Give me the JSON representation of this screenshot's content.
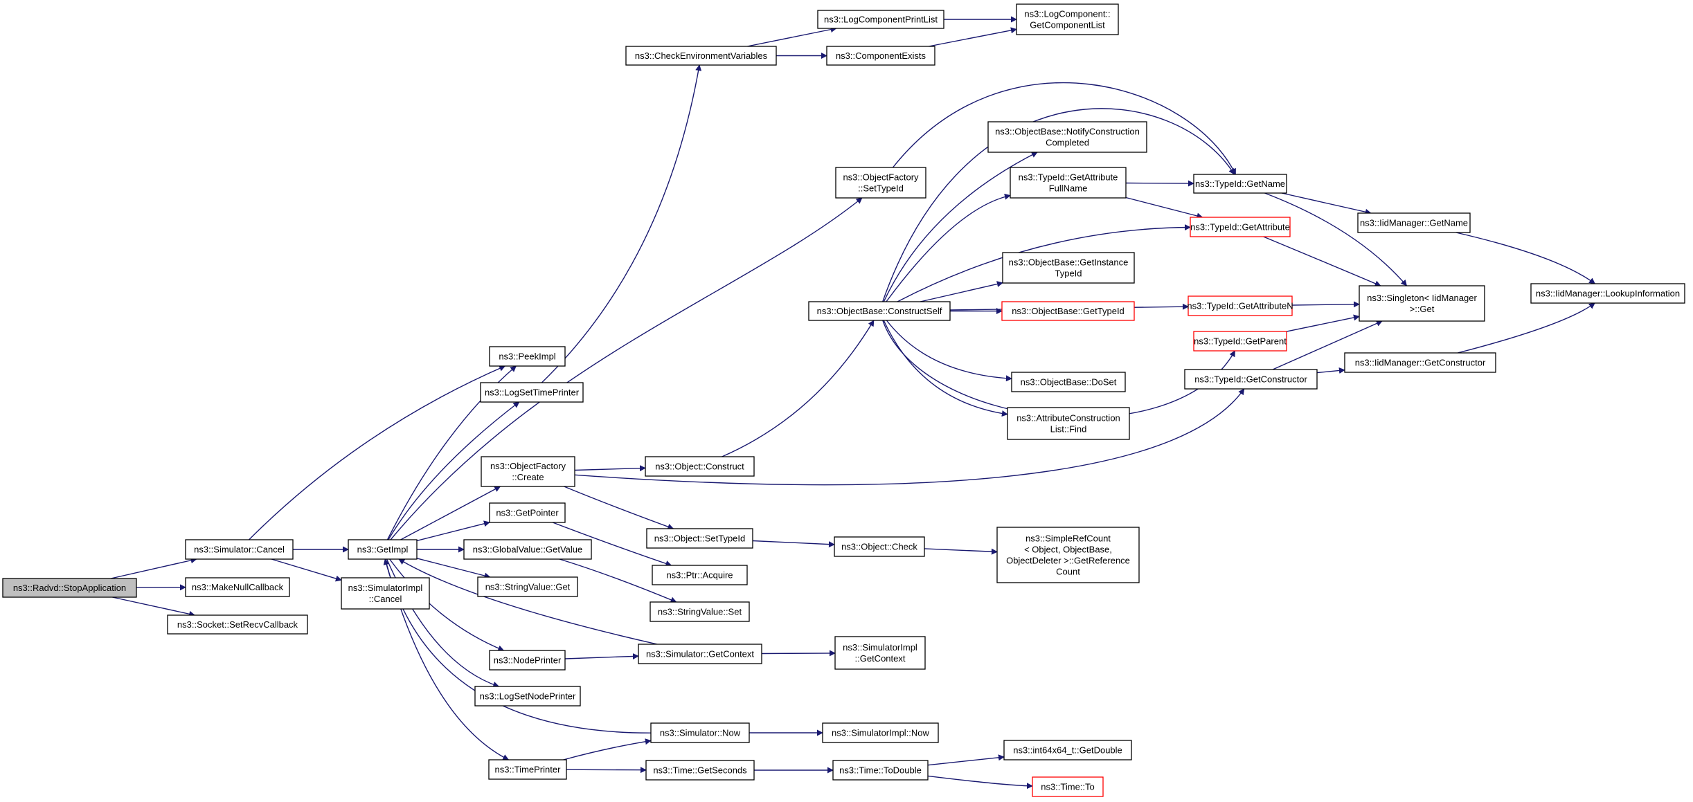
{
  "colors": {
    "edge": "#191970",
    "node_border": "#000000",
    "node_border_truncated": "#ff0000",
    "root_fill": "#bfbfbf",
    "node_fill": "#ffffff"
  },
  "nodes": [
    {
      "id": "stopapp",
      "lines": [
        "ns3::Radvd::StopApplication"
      ],
      "style": "root"
    },
    {
      "id": "simcancel",
      "lines": [
        "ns3::Simulator::Cancel"
      ],
      "style": "normal"
    },
    {
      "id": "makenull",
      "lines": [
        "ns3::MakeNullCallback"
      ],
      "style": "normal"
    },
    {
      "id": "setrecv",
      "lines": [
        "ns3::Socket::SetRecvCallback"
      ],
      "style": "normal"
    },
    {
      "id": "getimpl",
      "lines": [
        "ns3::GetImpl"
      ],
      "style": "normal"
    },
    {
      "id": "simimplcancel",
      "lines": [
        "ns3::SimulatorImpl",
        "::Cancel"
      ],
      "style": "normal"
    },
    {
      "id": "peekimpl",
      "lines": [
        "ns3::PeekImpl"
      ],
      "style": "normal"
    },
    {
      "id": "logsettime",
      "lines": [
        "ns3::LogSetTimePrinter"
      ],
      "style": "normal"
    },
    {
      "id": "objfactcreate",
      "lines": [
        "ns3::ObjectFactory",
        "::Create"
      ],
      "style": "normal"
    },
    {
      "id": "getpointer",
      "lines": [
        "ns3::GetPointer"
      ],
      "style": "normal"
    },
    {
      "id": "gvgetvalue",
      "lines": [
        "ns3::GlobalValue::GetValue"
      ],
      "style": "normal"
    },
    {
      "id": "svget",
      "lines": [
        "ns3::StringValue::Get"
      ],
      "style": "normal"
    },
    {
      "id": "nodeprinter",
      "lines": [
        "ns3::NodePrinter"
      ],
      "style": "normal"
    },
    {
      "id": "logsetnode",
      "lines": [
        "ns3::LogSetNodePrinter"
      ],
      "style": "normal"
    },
    {
      "id": "timeprinter",
      "lines": [
        "ns3::TimePrinter"
      ],
      "style": "normal"
    },
    {
      "id": "checkenv",
      "lines": [
        "ns3::CheckEnvironmentVariables"
      ],
      "style": "normal"
    },
    {
      "id": "logcompprint",
      "lines": [
        "ns3::LogComponentPrintList"
      ],
      "style": "normal"
    },
    {
      "id": "compexists",
      "lines": [
        "ns3::ComponentExists"
      ],
      "style": "normal"
    },
    {
      "id": "logcompget",
      "lines": [
        "ns3::LogComponent::",
        "GetComponentList"
      ],
      "style": "normal"
    },
    {
      "id": "objfactsettype",
      "lines": [
        "ns3::ObjectFactory",
        "::SetTypeId"
      ],
      "style": "normal"
    },
    {
      "id": "objconstruct",
      "lines": [
        "ns3::Object::Construct"
      ],
      "style": "normal"
    },
    {
      "id": "objsettype",
      "lines": [
        "ns3::Object::SetTypeId"
      ],
      "style": "normal"
    },
    {
      "id": "ptracquire",
      "lines": [
        "ns3::Ptr::Acquire"
      ],
      "style": "normal"
    },
    {
      "id": "svset",
      "lines": [
        "ns3::StringValue::Set"
      ],
      "style": "normal"
    },
    {
      "id": "simgetctx",
      "lines": [
        "ns3::Simulator::GetContext"
      ],
      "style": "normal"
    },
    {
      "id": "simnow",
      "lines": [
        "ns3::Simulator::Now"
      ],
      "style": "normal"
    },
    {
      "id": "timegetsec",
      "lines": [
        "ns3::Time::GetSeconds"
      ],
      "style": "normal"
    },
    {
      "id": "constructself",
      "lines": [
        "ns3::ObjectBase::ConstructSelf"
      ],
      "style": "normal"
    },
    {
      "id": "objcheck",
      "lines": [
        "ns3::Object::Check"
      ],
      "style": "normal"
    },
    {
      "id": "simimplgetctx",
      "lines": [
        "ns3::SimulatorImpl",
        "::GetContext"
      ],
      "style": "normal"
    },
    {
      "id": "simimplnow",
      "lines": [
        "ns3::SimulatorImpl::Now"
      ],
      "style": "normal"
    },
    {
      "id": "timetodouble",
      "lines": [
        "ns3::Time::ToDouble"
      ],
      "style": "normal"
    },
    {
      "id": "notifyconst",
      "lines": [
        "ns3::ObjectBase::NotifyConstruction",
        "Completed"
      ],
      "style": "normal"
    },
    {
      "id": "getattrfull",
      "lines": [
        "ns3::TypeId::GetAttribute",
        "FullName"
      ],
      "style": "normal"
    },
    {
      "id": "getinsttype",
      "lines": [
        "ns3::ObjectBase::GetInstance",
        "TypeId"
      ],
      "style": "normal"
    },
    {
      "id": "obgettypeid",
      "lines": [
        "ns3::ObjectBase::GetTypeId"
      ],
      "style": "truncated"
    },
    {
      "id": "obdoset",
      "lines": [
        "ns3::ObjectBase::DoSet"
      ],
      "style": "normal"
    },
    {
      "id": "attrconstfind",
      "lines": [
        "ns3::AttributeConstruction",
        "List::Find"
      ],
      "style": "normal"
    },
    {
      "id": "simplerefcount",
      "lines": [
        "ns3::SimpleRefCount",
        "< Object, ObjectBase,",
        "ObjectDeleter >::GetReference",
        "Count"
      ],
      "style": "normal"
    },
    {
      "id": "int64getdouble",
      "lines": [
        "ns3::int64x64_t::GetDouble"
      ],
      "style": "normal"
    },
    {
      "id": "timeto",
      "lines": [
        "ns3::Time::To"
      ],
      "style": "truncated"
    },
    {
      "id": "tgetname",
      "lines": [
        "ns3::TypeId::GetName"
      ],
      "style": "normal"
    },
    {
      "id": "tgetattr",
      "lines": [
        "ns3::TypeId::GetAttribute"
      ],
      "style": "truncated"
    },
    {
      "id": "tgetattrn",
      "lines": [
        "ns3::TypeId::GetAttributeN"
      ],
      "style": "truncated"
    },
    {
      "id": "tgetparent",
      "lines": [
        "ns3::TypeId::GetParent"
      ],
      "style": "truncated"
    },
    {
      "id": "tgetconstructor",
      "lines": [
        "ns3::TypeId::GetConstructor"
      ],
      "style": "normal"
    },
    {
      "id": "iidgetname",
      "lines": [
        "ns3::IidManager::GetName"
      ],
      "style": "normal"
    },
    {
      "id": "singletonget",
      "lines": [
        "ns3::Singleton< IidManager",
        ">::Get"
      ],
      "style": "normal"
    },
    {
      "id": "iidgetconstructor",
      "lines": [
        "ns3::IidManager::GetConstructor"
      ],
      "style": "normal"
    },
    {
      "id": "iidlookup",
      "lines": [
        "ns3::IidManager::LookupInformation"
      ],
      "style": "normal"
    }
  ],
  "edges": [
    [
      "stopapp",
      "simcancel"
    ],
    [
      "stopapp",
      "makenull"
    ],
    [
      "stopapp",
      "setrecv"
    ],
    [
      "simcancel",
      "getimpl"
    ],
    [
      "simcancel",
      "simimplcancel"
    ],
    [
      "simcancel",
      "peekimpl"
    ],
    [
      "getimpl",
      "peekimpl"
    ],
    [
      "getimpl",
      "logsettime"
    ],
    [
      "getimpl",
      "objfactcreate"
    ],
    [
      "getimpl",
      "getpointer"
    ],
    [
      "getimpl",
      "gvgetvalue"
    ],
    [
      "getimpl",
      "svget"
    ],
    [
      "getimpl",
      "nodeprinter"
    ],
    [
      "getimpl",
      "logsetnode"
    ],
    [
      "getimpl",
      "timeprinter"
    ],
    [
      "getimpl",
      "objfactsettype"
    ],
    [
      "logsettime",
      "checkenv"
    ],
    [
      "checkenv",
      "logcompprint"
    ],
    [
      "checkenv",
      "compexists"
    ],
    [
      "logcompprint",
      "logcompget"
    ],
    [
      "compexists",
      "logcompget"
    ],
    [
      "objfactcreate",
      "objconstruct"
    ],
    [
      "objfactcreate",
      "objsettype"
    ],
    [
      "objfactcreate",
      "tgetconstructor"
    ],
    [
      "getpointer",
      "ptracquire"
    ],
    [
      "gvgetvalue",
      "svset"
    ],
    [
      "nodeprinter",
      "simgetctx"
    ],
    [
      "simgetctx",
      "getimpl"
    ],
    [
      "simgetctx",
      "simimplgetctx"
    ],
    [
      "timeprinter",
      "simnow"
    ],
    [
      "timeprinter",
      "timegetsec"
    ],
    [
      "simnow",
      "getimpl"
    ],
    [
      "simnow",
      "simimplnow"
    ],
    [
      "timegetsec",
      "timetodouble"
    ],
    [
      "timetodouble",
      "int64getdouble"
    ],
    [
      "timetodouble",
      "timeto"
    ],
    [
      "objsettype",
      "objcheck"
    ],
    [
      "objcheck",
      "simplerefcount"
    ],
    [
      "objconstruct",
      "constructself"
    ],
    [
      "constructself",
      "notifyconst"
    ],
    [
      "constructself",
      "getattrfull"
    ],
    [
      "constructself",
      "tgetattr"
    ],
    [
      "constructself",
      "getinsttype"
    ],
    [
      "constructself",
      "obgettypeid"
    ],
    [
      "constructself",
      "tgetattrn"
    ],
    [
      "constructself",
      "obdoset"
    ],
    [
      "constructself",
      "attrconstfind"
    ],
    [
      "constructself",
      "tgetparent"
    ],
    [
      "constructself",
      "tgetname"
    ],
    [
      "objfactsettype",
      "tgetname"
    ],
    [
      "getattrfull",
      "tgetname"
    ],
    [
      "getattrfull",
      "tgetattr"
    ],
    [
      "tgetname",
      "iidgetname"
    ],
    [
      "tgetname",
      "singletonget"
    ],
    [
      "tgetattr",
      "singletonget"
    ],
    [
      "tgetattrn",
      "singletonget"
    ],
    [
      "tgetparent",
      "singletonget"
    ],
    [
      "tgetconstructor",
      "singletonget"
    ],
    [
      "tgetconstructor",
      "iidgetconstructor"
    ],
    [
      "iidgetname",
      "iidlookup"
    ],
    [
      "iidgetconstructor",
      "iidlookup"
    ]
  ]
}
